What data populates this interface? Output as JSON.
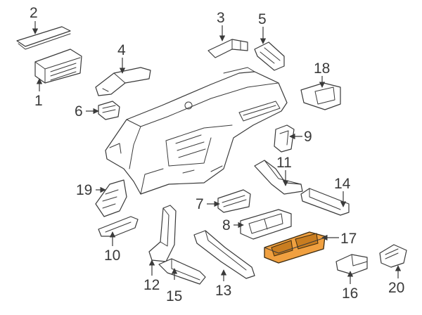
{
  "highlight_color": "#f0a040",
  "callouts": [
    {
      "id": "c1",
      "label": "1"
    },
    {
      "id": "c2",
      "label": "2"
    },
    {
      "id": "c3",
      "label": "3"
    },
    {
      "id": "c4",
      "label": "4"
    },
    {
      "id": "c5",
      "label": "5"
    },
    {
      "id": "c6",
      "label": "6"
    },
    {
      "id": "c7",
      "label": "7"
    },
    {
      "id": "c8",
      "label": "8"
    },
    {
      "id": "c9",
      "label": "9"
    },
    {
      "id": "c10",
      "label": "10"
    },
    {
      "id": "c11",
      "label": "11"
    },
    {
      "id": "c12",
      "label": "12"
    },
    {
      "id": "c13",
      "label": "13"
    },
    {
      "id": "c14",
      "label": "14"
    },
    {
      "id": "c15",
      "label": "15"
    },
    {
      "id": "c16",
      "label": "16"
    },
    {
      "id": "c17",
      "label": "17"
    },
    {
      "id": "c18",
      "label": "18"
    },
    {
      "id": "c19",
      "label": "19"
    },
    {
      "id": "c20",
      "label": "20"
    }
  ]
}
